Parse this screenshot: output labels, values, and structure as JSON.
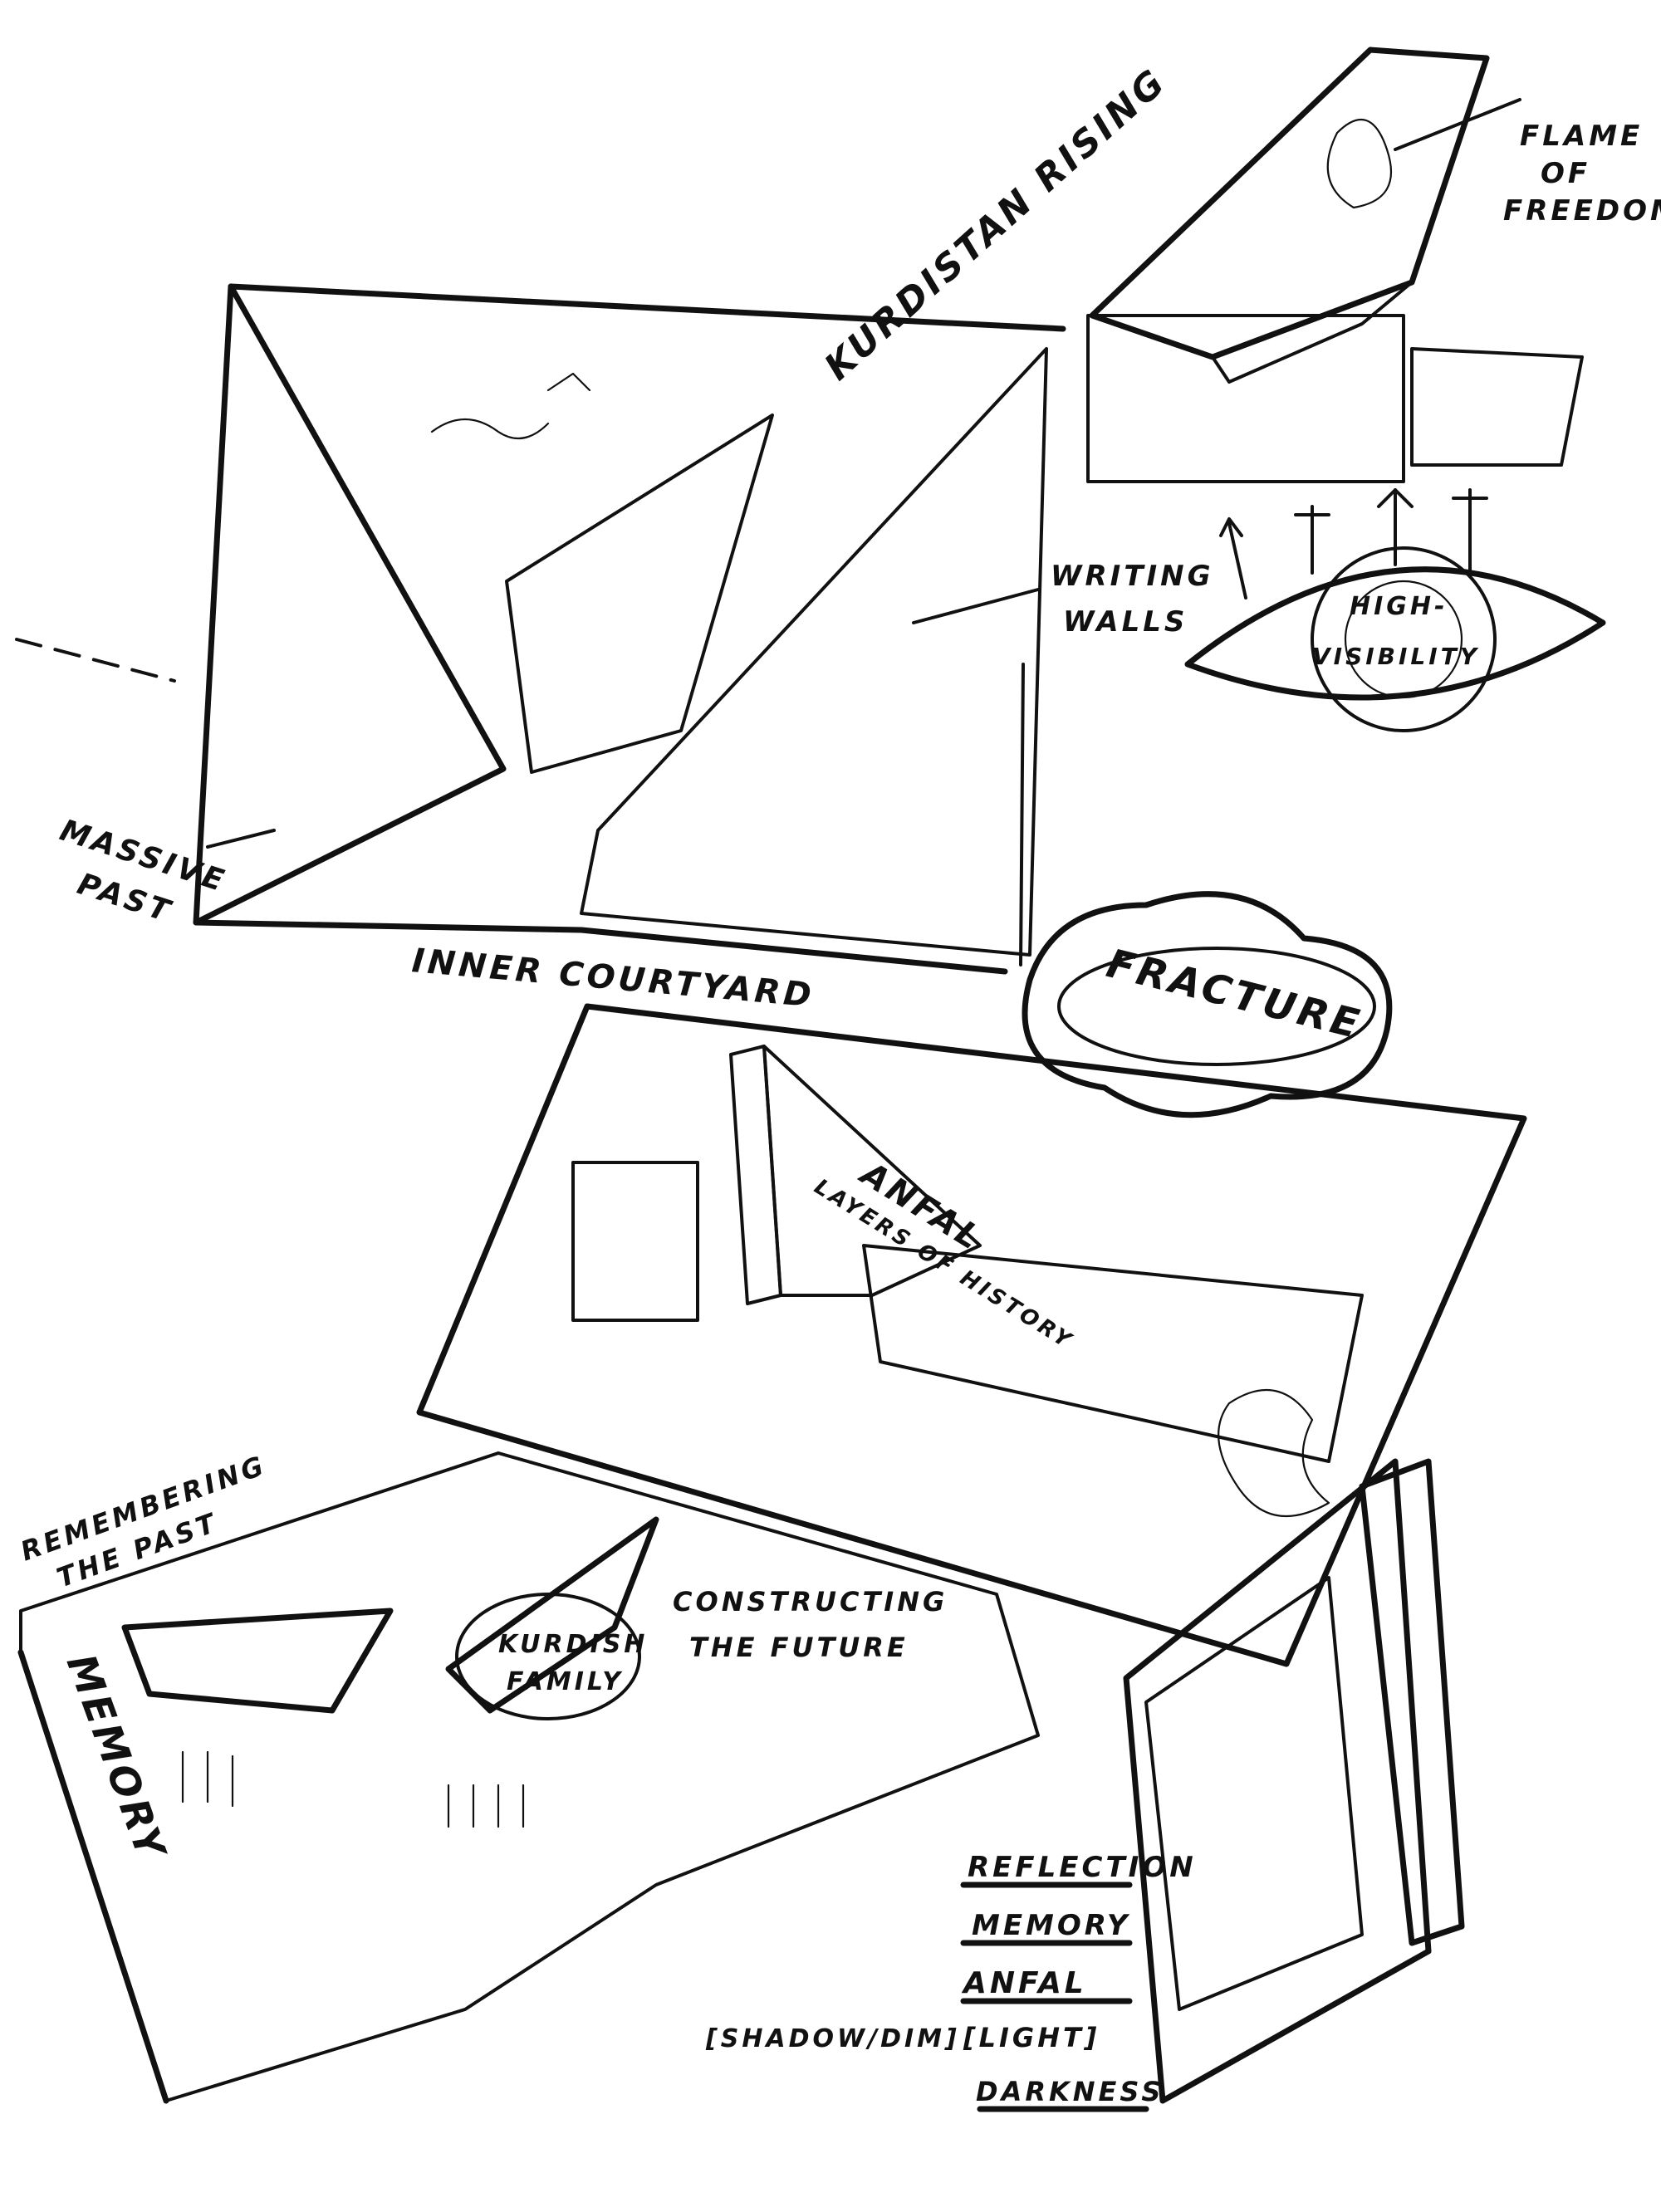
{
  "labels": {
    "kurdistan_rising": "KURDISTAN RISING",
    "flame_of_freedom": [
      "FLAME",
      "OF",
      "FREEDOM"
    ],
    "writing_walls": [
      "WRITING",
      "WALLS"
    ],
    "high_visibility": [
      "HIGH-",
      "VISIBILITY"
    ],
    "massive_past": [
      "MASSIVE",
      "PAST"
    ],
    "inner_courtyard": "INNER COURTYARD",
    "fracture": "FRACTURE",
    "anfal_layers": [
      "ANFAL",
      "LAYERS OF HISTORY"
    ],
    "remembering_the_past": [
      "REMEMBERING",
      "THE PAST"
    ],
    "constructing_the_future": [
      "CONSTRUCTING",
      "THE FUTURE"
    ],
    "memory_vertical": "MEMORY",
    "kurdish_family": [
      "KURDISH",
      "FAMILY"
    ],
    "legend": {
      "reflection": "REFLECTION",
      "memory": "MEMORY",
      "anfal": "ANFAL",
      "shadow_dim": "[SHADOW/DIM]",
      "light": "[LIGHT]",
      "darkness": "DARKNESS"
    }
  },
  "colors": {
    "ink": "#111111",
    "paper": "#ffffff"
  }
}
